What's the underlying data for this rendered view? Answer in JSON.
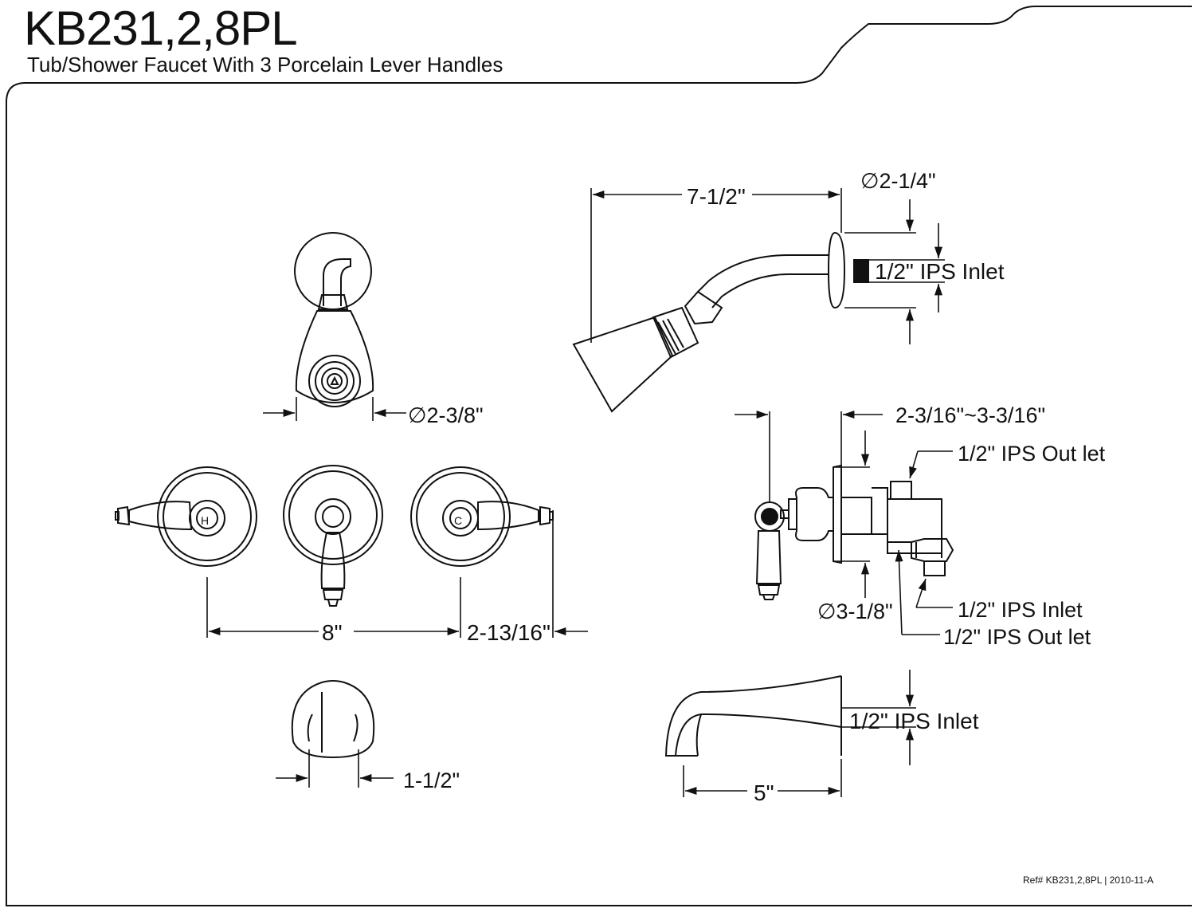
{
  "header": {
    "model": "KB231,2,8PL",
    "description": "Tub/Shower Faucet With 3 Porcelain Lever Handles"
  },
  "footer": {
    "ref": "Ref# KB231,2,8PL | 2010-11-A"
  },
  "dimensions": {
    "shower_arm_length": "7-1/2\"",
    "flange_diameter": "∅2-1/4\"",
    "arm_inlet": "1/2\" IPS Inlet",
    "showerhead_diameter": "∅2-3/8\"",
    "valve_depth": "2-3/16\"~3-3/16\"",
    "valve_top_outlet": "1/2\" IPS Out let",
    "valve_escutcheon_diameter": "∅3-1/8\"",
    "valve_inlet": "1/2\" IPS Inlet",
    "valve_bottom_outlet": "1/2\" IPS Out let",
    "handle_spacing": "8\"",
    "handle_offset": "2-13/16\"",
    "spout_width": "1-1/2\"",
    "spout_inlet": "1/2\" IPS Inlet",
    "spout_length": "5\""
  },
  "colors": {
    "line": "#111111",
    "background": "#ffffff"
  }
}
